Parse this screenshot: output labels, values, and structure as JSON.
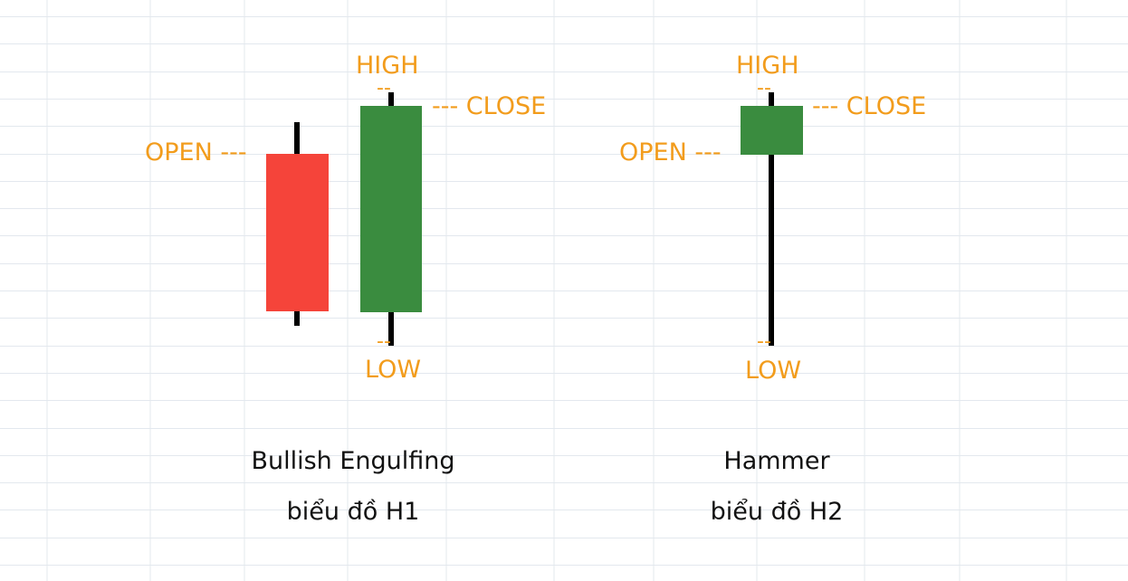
{
  "colors": {
    "bearish_body": "#f5443a",
    "bullish_body": "#3a8c3f",
    "wick": "#000000",
    "label": "#f29c1c",
    "caption": "#111111",
    "grid": "#e3e8ee"
  },
  "tick_mark": "--",
  "diagram_h1": {
    "labels": {
      "open": "OPEN ---",
      "high": "HIGH",
      "close": "--- CLOSE",
      "low": "LOW"
    },
    "title": "Bullish Engulfing",
    "subtitle": "biểu đồ H1"
  },
  "diagram_h2": {
    "labels": {
      "open": "OPEN ---",
      "high": "HIGH",
      "close": "--- CLOSE",
      "low": "LOW"
    },
    "title": "Hammer",
    "subtitle": "biểu đồ H2"
  }
}
